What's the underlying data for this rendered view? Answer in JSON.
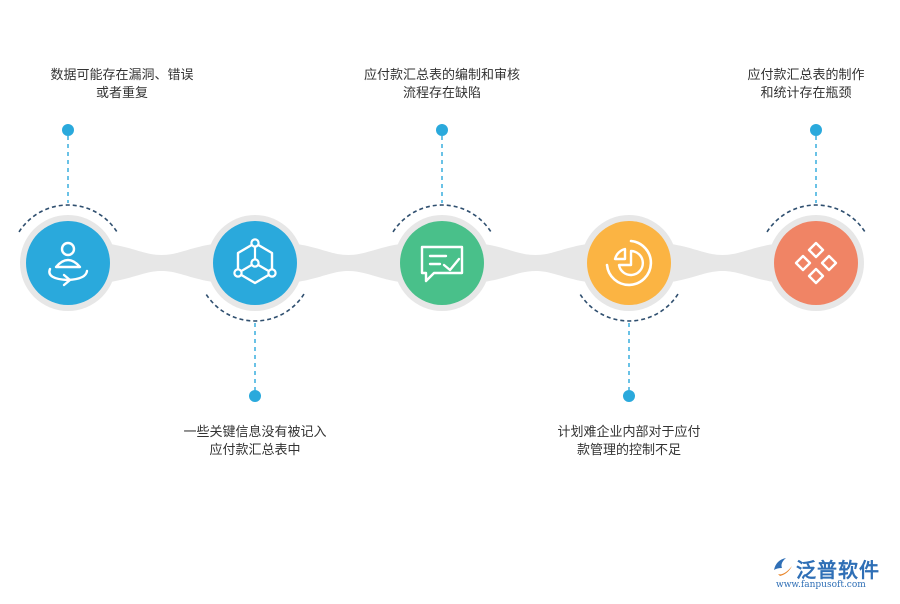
{
  "nodes": [
    {
      "id": "n1",
      "color": "#2aa9dc",
      "icon": "user-rotate-icon",
      "label_position": "top",
      "label_lines": [
        "数据可能存在漏洞、错误",
        "或者重复"
      ]
    },
    {
      "id": "n2",
      "color": "#2aa9dc",
      "icon": "network-cube-icon",
      "label_position": "bottom",
      "label_lines": [
        "一些关键信息没有被记入",
        "应付款汇总表中"
      ]
    },
    {
      "id": "n3",
      "color": "#49c08a",
      "icon": "message-check-icon",
      "label_position": "top",
      "label_lines": [
        "应付款汇总表的编制和审核",
        "流程存在缺陷"
      ]
    },
    {
      "id": "n4",
      "color": "#fbb443",
      "icon": "pie-chart-icon",
      "label_position": "bottom",
      "label_lines": [
        "计划难企业内部对于应付",
        "款管理的控制不足"
      ]
    },
    {
      "id": "n5",
      "color": "#f08465",
      "icon": "diamond-grid-icon",
      "label_position": "top",
      "label_lines": [
        "应付款汇总表的制作",
        "和统计存在瓶颈"
      ]
    }
  ],
  "colors": {
    "track": "#e7e7e7",
    "connector": "#2aa9dc",
    "accent_arc": "#2f4f6f"
  },
  "logo": {
    "brand": "泛普软件",
    "url": "www.fanpusoft.com"
  }
}
